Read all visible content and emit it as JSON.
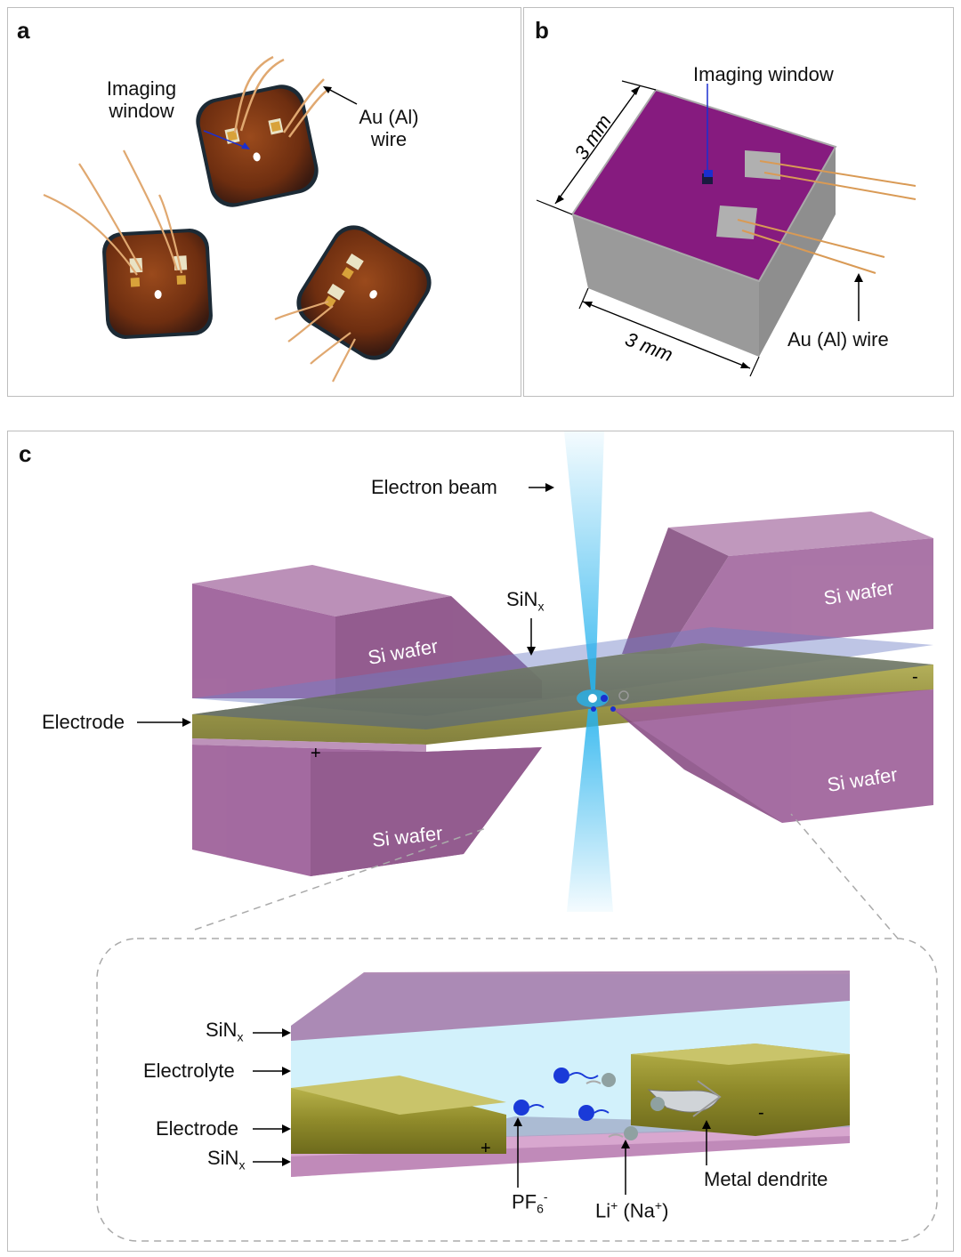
{
  "panel_a": {
    "label": "a",
    "imaging_window_line1": "Imaging",
    "imaging_window_line2": "window",
    "wire_line1": "Au (Al)",
    "wire_line2": "wire"
  },
  "panel_b": {
    "label": "b",
    "imaging_window": "Imaging window",
    "dim_top": "3 mm",
    "dim_bottom": "3 mm",
    "wire": "Au (Al) wire",
    "colors": {
      "top": "#861b7f",
      "side": "#9a9a9a",
      "pad": "#b0b0b0",
      "wire": "#d99a55"
    }
  },
  "panel_c": {
    "label": "c",
    "electron_beam": "Electron beam",
    "sinx_top": "SiN",
    "sinx_sub": "x",
    "electrode": "Electrode",
    "si_wafer": "Si wafer",
    "plus": "+",
    "minus": "-",
    "colors": {
      "wafer": "#9c5e98",
      "electrode": "#8f8a2a",
      "beam": "#27b3ee",
      "electrolyte": "#cdeffb"
    },
    "inset": {
      "sinx": "SiN",
      "sinx_sub": "x",
      "electrolyte": "Electrolyte",
      "electrode": "Electrode",
      "pf6_base": "PF",
      "pf6_sub": "6",
      "pf6_sup": "-",
      "li": "Li",
      "li_sup": "+",
      "na_open": " (Na",
      "na_sup": "+",
      "na_close": ")",
      "metal_dendrite": "Metal dendrite",
      "plus": "+",
      "minus": "-"
    }
  }
}
